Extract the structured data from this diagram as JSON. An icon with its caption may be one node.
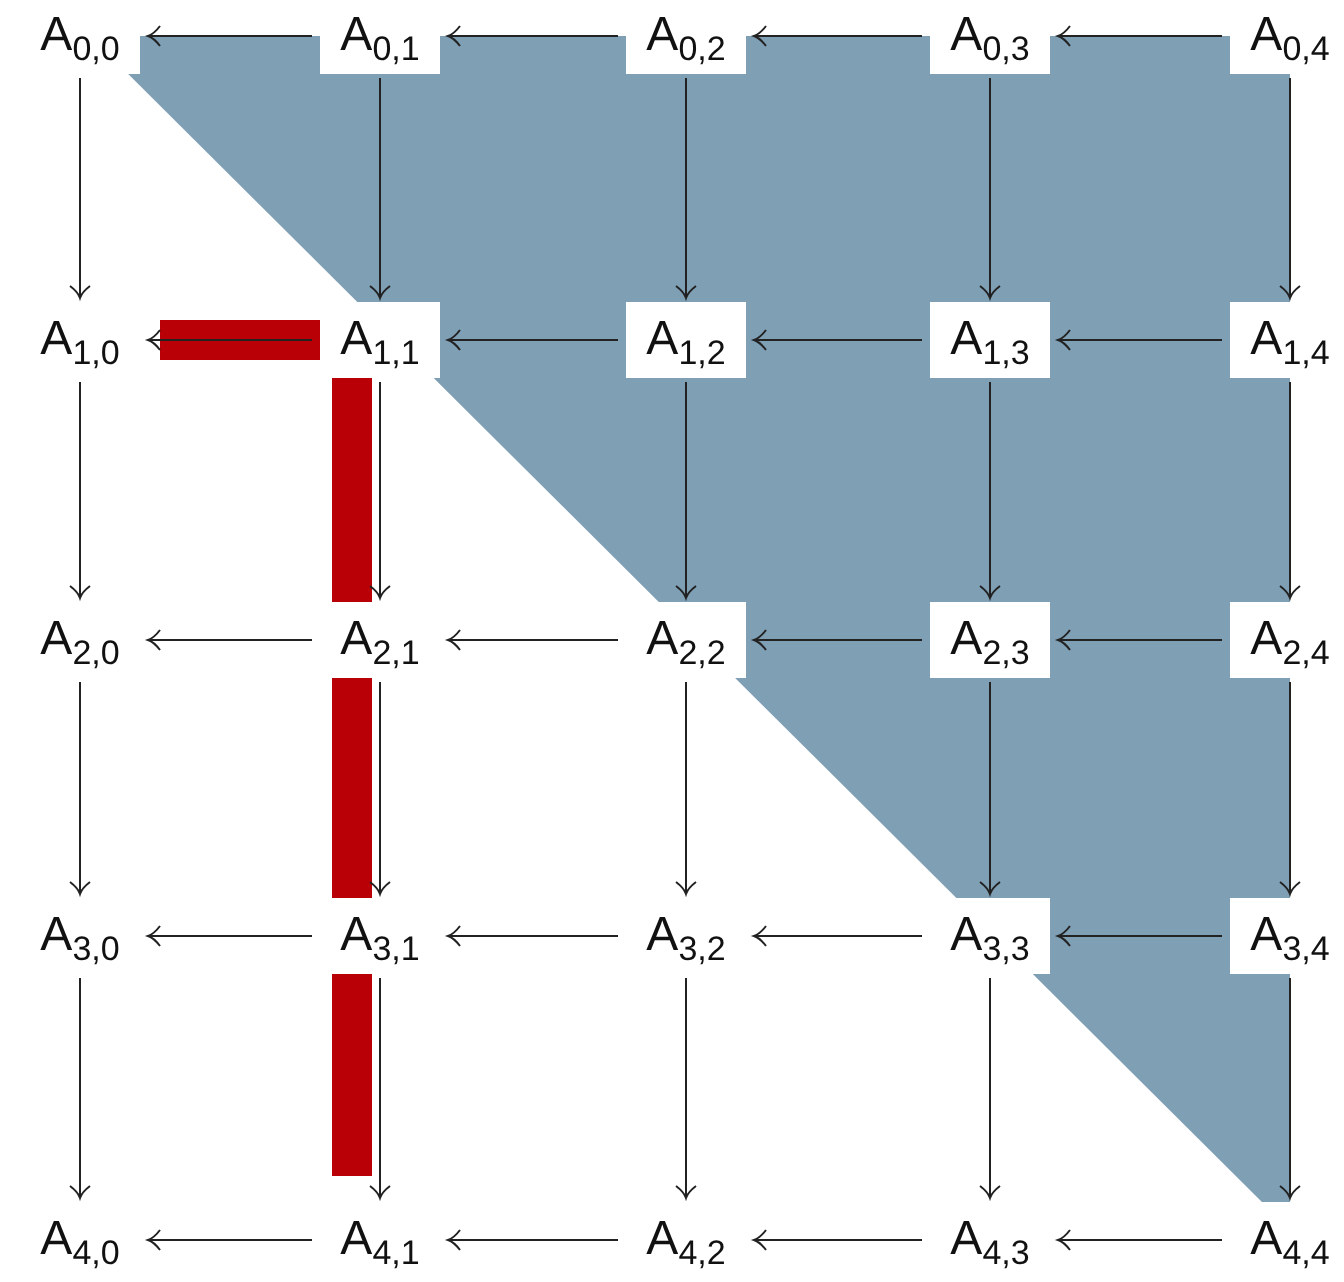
{
  "diagram": {
    "nodes": [
      {
        "text": [
          "A$_{0,0}$"
        ]
      },
      {
        "text": [
          "A$_{0,1}$"
        ]
      },
      {
        "text": [
          "A$_{0,2}$"
        ]
      },
      {
        "text": [
          "A$_{0,3}$"
        ]
      },
      {
        "text": [
          "A$_{0,4}$"
        ]
      },
      {
        "text": [
          "A$_{1,0}$"
        ]
      },
      {
        "text": [
          "A$_{1,1}$"
        ]
      },
      {
        "text": [
          "A$_{1,2}$"
        ]
      },
      {
        "text": [
          "A$_{1,3}$"
        ]
      },
      {
        "text": [
          "A$_{1,4}$"
        ]
      },
      {
        "text": [
          "A$_{2,0}$"
        ]
      },
      {
        "text": [
          "A$_{2,1}$"
        ]
      },
      {
        "text": [
          "A$_{2,2}$"
        ]
      },
      {
        "text": [
          "A$_{2,3}$"
        ]
      },
      {
        "text": [
          "A$_{2,4}$"
        ]
      },
      {
        "text": [
          "A$_{3,0}$"
        ]
      },
      {
        "text": [
          "A$_{3,1}$"
        ]
      },
      {
        "text": [
          "A$_{3,2}$"
        ]
      },
      {
        "text": [
          "A$_{3,3}$"
        ]
      },
      {
        "text": [
          "A$_{3,4}$"
        ]
      },
      {
        "text": [
          "A$_{4,0}$"
        ]
      },
      {
        "text": [
          "A$_{4,1}$"
        ]
      },
      {
        "text": [
          "A$_{4,2}$"
        ]
      },
      {
        "text": [
          "A$_{4,3}$"
        ]
      },
      {
        "text": [
          "A$_{4,4}$"
        ]
      }
    ],
    "edges": [
      {
        "from": 1,
        "to": 0,
        "arrow": "to"
      },
      {
        "from": 2,
        "to": 1,
        "arrow": "to"
      },
      {
        "from": 3,
        "to": 2,
        "arrow": "to"
      },
      {
        "from": 4,
        "to": 3,
        "arrow": "to"
      },
      {
        "from": 6,
        "to": 5,
        "arrow": "to"
      },
      {
        "from": 7,
        "to": 6,
        "arrow": "to"
      },
      {
        "from": 8,
        "to": 7,
        "arrow": "to"
      },
      {
        "from": 9,
        "to": 8,
        "arrow": "to"
      },
      {
        "from": 11,
        "to": 10,
        "arrow": "to"
      },
      {
        "from": 12,
        "to": 11,
        "arrow": "to"
      },
      {
        "from": 13,
        "to": 12,
        "arrow": "to"
      },
      {
        "from": 14,
        "to": 13,
        "arrow": "to"
      },
      {
        "from": 16,
        "to": 15,
        "arrow": "to"
      },
      {
        "from": 17,
        "to": 16,
        "arrow": "to"
      },
      {
        "from": 18,
        "to": 17,
        "arrow": "to"
      },
      {
        "from": 19,
        "to": 18,
        "arrow": "to"
      },
      {
        "from": 21,
        "to": 20,
        "arrow": "to"
      },
      {
        "from": 22,
        "to": 21,
        "arrow": "to"
      },
      {
        "from": 23,
        "to": 22,
        "arrow": "to"
      },
      {
        "from": 24,
        "to": 23,
        "arrow": "to"
      },
      {
        "from": 0,
        "to": 5,
        "arrow": "to"
      },
      {
        "from": 1,
        "to": 6,
        "arrow": "to"
      },
      {
        "from": 2,
        "to": 7,
        "arrow": "to"
      },
      {
        "from": 3,
        "to": 8,
        "arrow": "to"
      },
      {
        "from": 4,
        "to": 9,
        "arrow": "to"
      },
      {
        "from": 5,
        "to": 10,
        "arrow": "to"
      },
      {
        "from": 6,
        "to": 11,
        "arrow": "to"
      },
      {
        "from": 7,
        "to": 12,
        "arrow": "to"
      },
      {
        "from": 8,
        "to": 13,
        "arrow": "to"
      },
      {
        "from": 9,
        "to": 14,
        "arrow": "to"
      },
      {
        "from": 10,
        "to": 15,
        "arrow": "to"
      },
      {
        "from": 11,
        "to": 16,
        "arrow": "to"
      },
      {
        "from": 12,
        "to": 17,
        "arrow": "to"
      },
      {
        "from": 13,
        "to": 18,
        "arrow": "to"
      },
      {
        "from": 14,
        "to": 19,
        "arrow": "to"
      },
      {
        "from": 15,
        "to": 20,
        "arrow": "to"
      },
      {
        "from": 16,
        "to": 21,
        "arrow": "to"
      },
      {
        "from": 17,
        "to": 22,
        "arrow": "to"
      },
      {
        "from": 18,
        "to": 23,
        "arrow": "to"
      },
      {
        "from": 19,
        "to": 24,
        "arrow": "to"
      }
    ]
  }
}
